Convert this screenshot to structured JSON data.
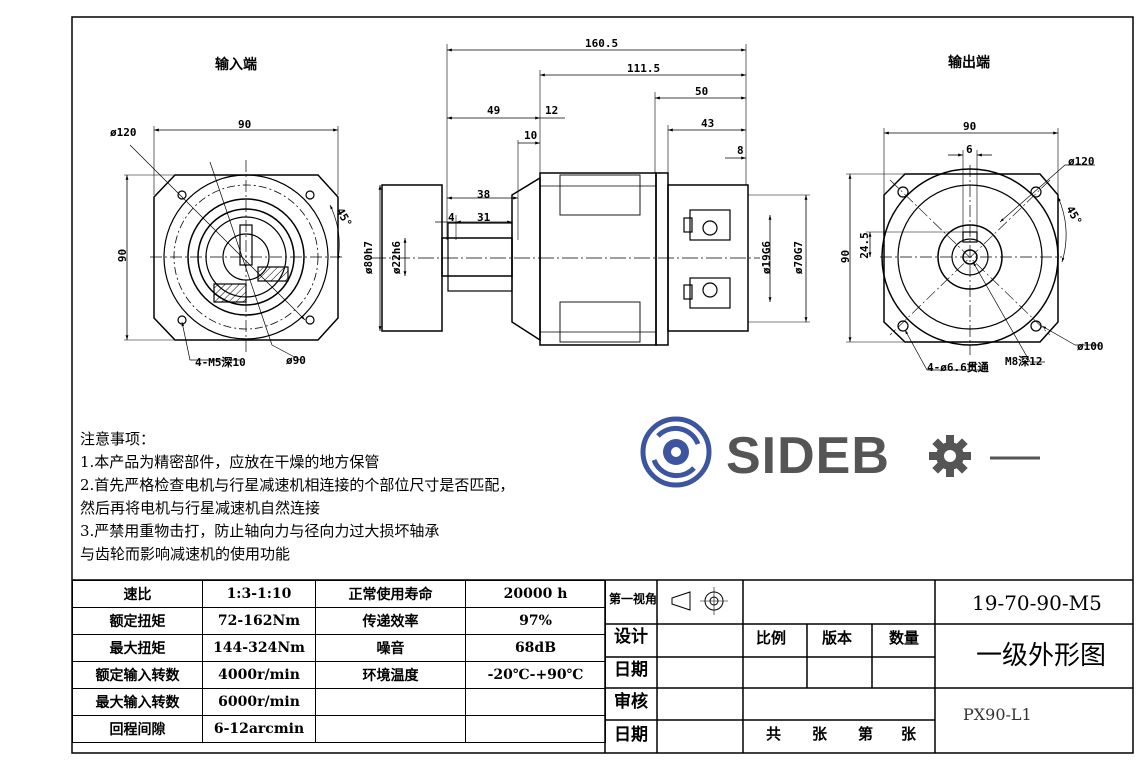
{
  "views": {
    "input_title": "输入端",
    "output_title": "输出端"
  },
  "input_dims": {
    "d_120": "ø120",
    "w_90": "90",
    "h_90": "90",
    "angle": "45°",
    "holes": "4-M5深10",
    "d_90": "ø90"
  },
  "side_dims": {
    "d_160_5": "160.5",
    "d_111_5": "111.5",
    "d_50": "50",
    "d_49": "49",
    "d_12": "12",
    "d_43": "43",
    "d_10": "10",
    "d_8": "8",
    "d_38": "38",
    "d_4": "4",
    "d_31": "31",
    "d_80h7": "ø80h7",
    "d_22h6": "ø22h6",
    "d_19g6": "ø19G6",
    "d_70g7": "ø70G7"
  },
  "output_dims": {
    "w_90": "90",
    "d_6": "6",
    "d_120": "ø120",
    "angle": "45°",
    "h_90": "90",
    "d_24_5": "24.5",
    "holes": "4-ø6.6贯通",
    "thread": "M8深12",
    "d_100": "ø100"
  },
  "notes": {
    "title": "注意事项：",
    "n1": "1.本产品为精密部件，应放在干燥的地方保管",
    "n2a": "2.首先严格检查电机与行星减速机相连接的个部位尺寸是否匹配，",
    "n2b": "然后再将电机与行星减速机自然连接",
    "n3a": "3.严禁用重物击打，防止轴向力与径向力过大损坏轴承",
    "n3b": "与齿轮而影响减速机的使用功能"
  },
  "logo": {
    "text": "SIDEB",
    "primary_color": "#3d55a1",
    "dark_color": "#555555"
  },
  "specs": {
    "rows": [
      {
        "k1": "速比",
        "v1": "1:3-1:10",
        "k2": "正常使用寿命",
        "v2": "20000 h"
      },
      {
        "k1": "额定扭矩",
        "v1": "72-162Nm",
        "k2": "传递效率",
        "v2": "97%"
      },
      {
        "k1": "最大扭矩",
        "v1": "144-324Nm",
        "k2": "噪音",
        "v2": "68dB"
      },
      {
        "k1": "额定输入转数",
        "v1": "4000r/min",
        "k2": "环境温度",
        "v2": "-20℃-+90℃"
      },
      {
        "k1": "最大输入转数",
        "v1": "6000r/min",
        "k2": "",
        "v2": ""
      },
      {
        "k1": "回程间隙",
        "v1": "6-12arcmin",
        "k2": "",
        "v2": ""
      }
    ]
  },
  "title_block": {
    "view": "第一视角",
    "design": "设计",
    "date1": "日期",
    "review": "审核",
    "date2": "日期",
    "scale": "比例",
    "version": "版本",
    "qty": "数量",
    "total": "共",
    "sheet1": "张",
    "page": "第",
    "sheet2": "张",
    "model": "19-70-90-M5",
    "drawing_name": "一级外形图",
    "part": "PX90-L1"
  }
}
